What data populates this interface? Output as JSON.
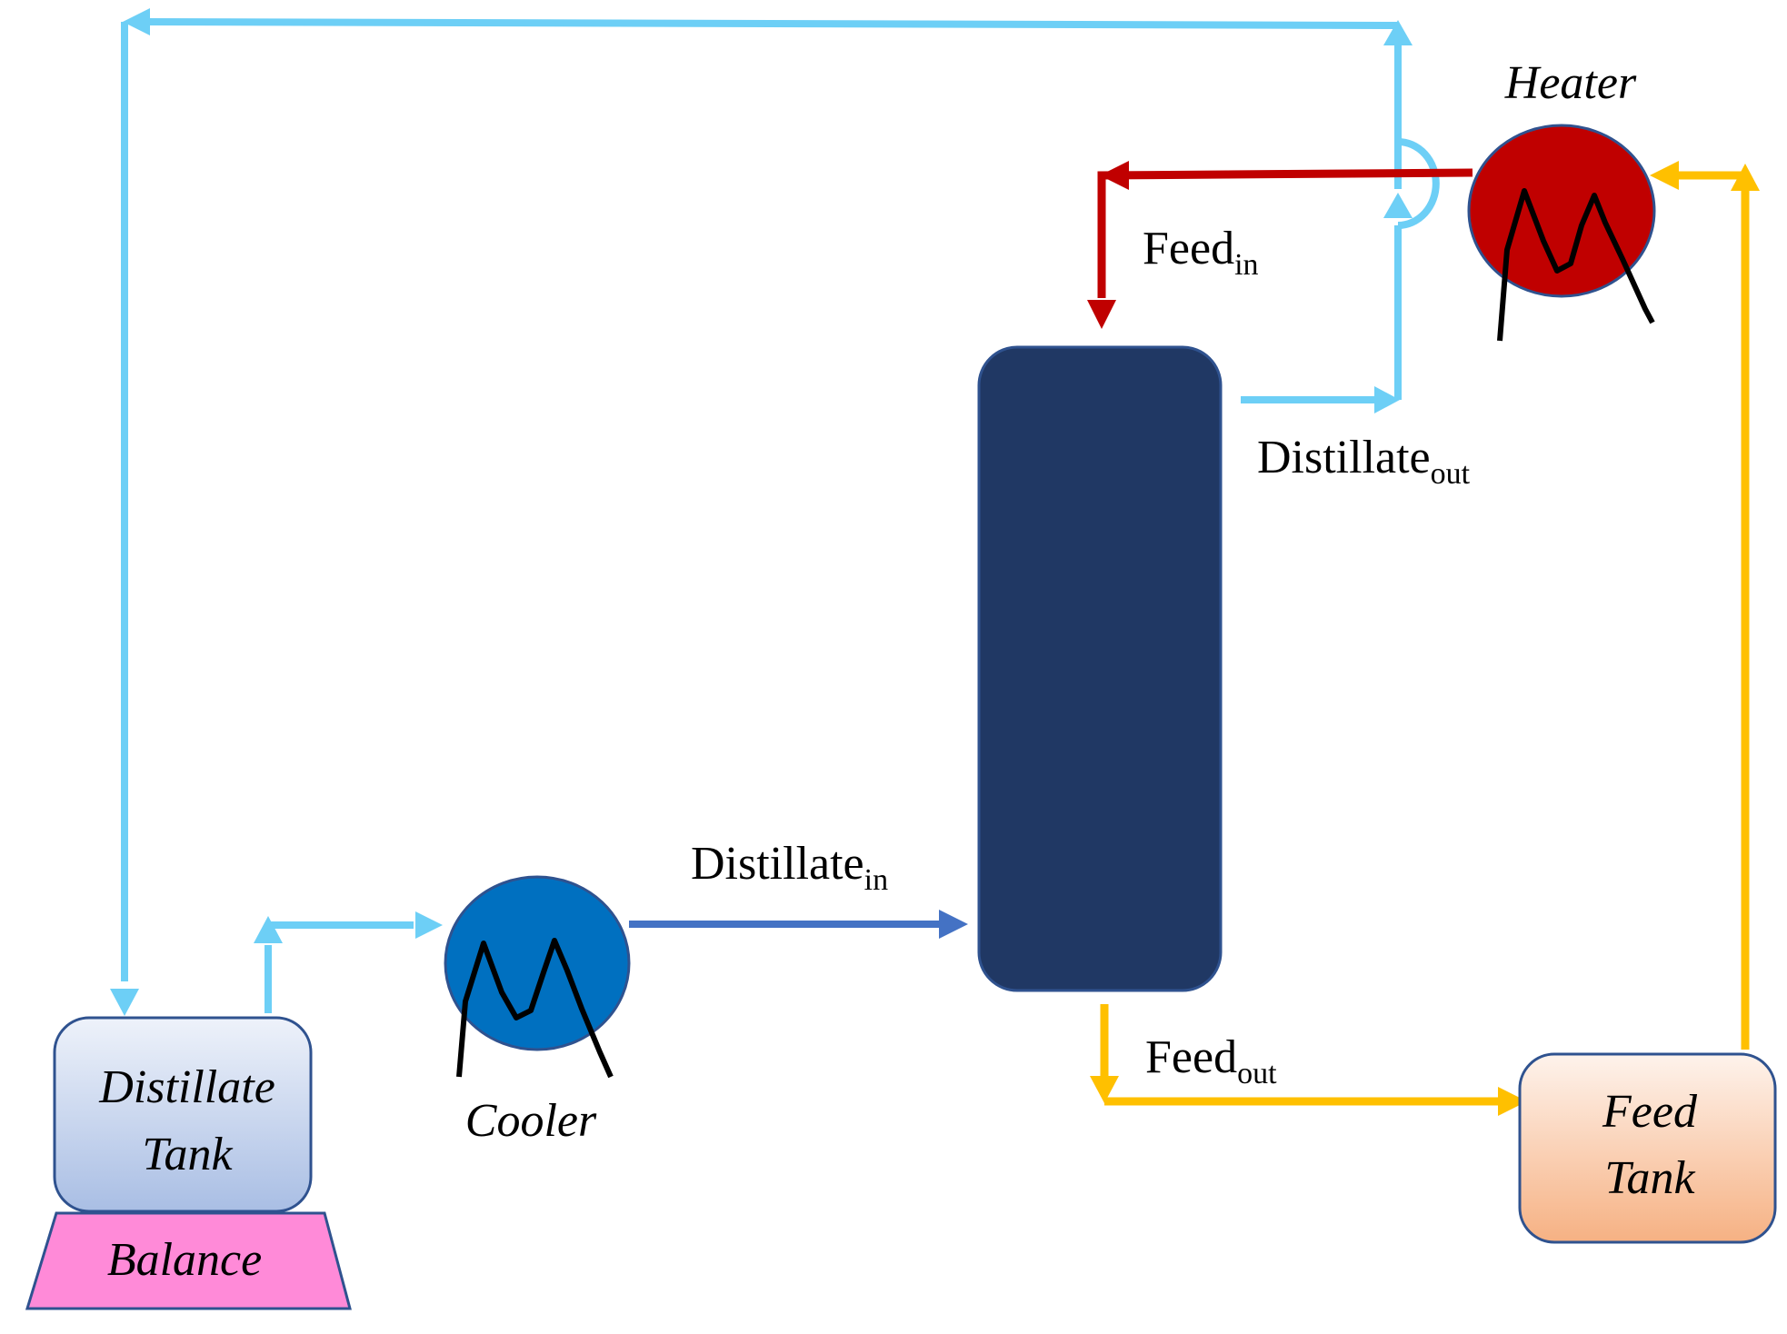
{
  "labels": {
    "heater": "Heater",
    "cooler": "Cooler",
    "distillate_tank_line1": "Distillate",
    "distillate_tank_line2": "Tank",
    "feed_tank_line1": "Feed",
    "feed_tank_line2": "Tank",
    "balance": "Balance",
    "feed_in_main": "Feed",
    "feed_in_sub": "in",
    "feed_out_main": "Feed",
    "feed_out_sub": "out",
    "distillate_in_main": "Distillate",
    "distillate_in_sub": "in",
    "distillate_out_main": "Distillate",
    "distillate_out_sub": "out"
  },
  "colors": {
    "distillate_loop": "#6DCFF6",
    "distillate_in_line": "#4472C4",
    "feed_in_line": "#C00000",
    "feed_out_line": "#FFC000",
    "module": "#203864",
    "heater_fill": "#C00000",
    "cooler_fill": "#0070C0",
    "balance_fill": "#FF8AD8",
    "distillate_tank_top": "#EEF2FA",
    "distillate_tank_bottom": "#A9BEE4",
    "feed_tank_top": "#FEF3EC",
    "feed_tank_bottom": "#F6B183",
    "outline": "#2F528F"
  }
}
